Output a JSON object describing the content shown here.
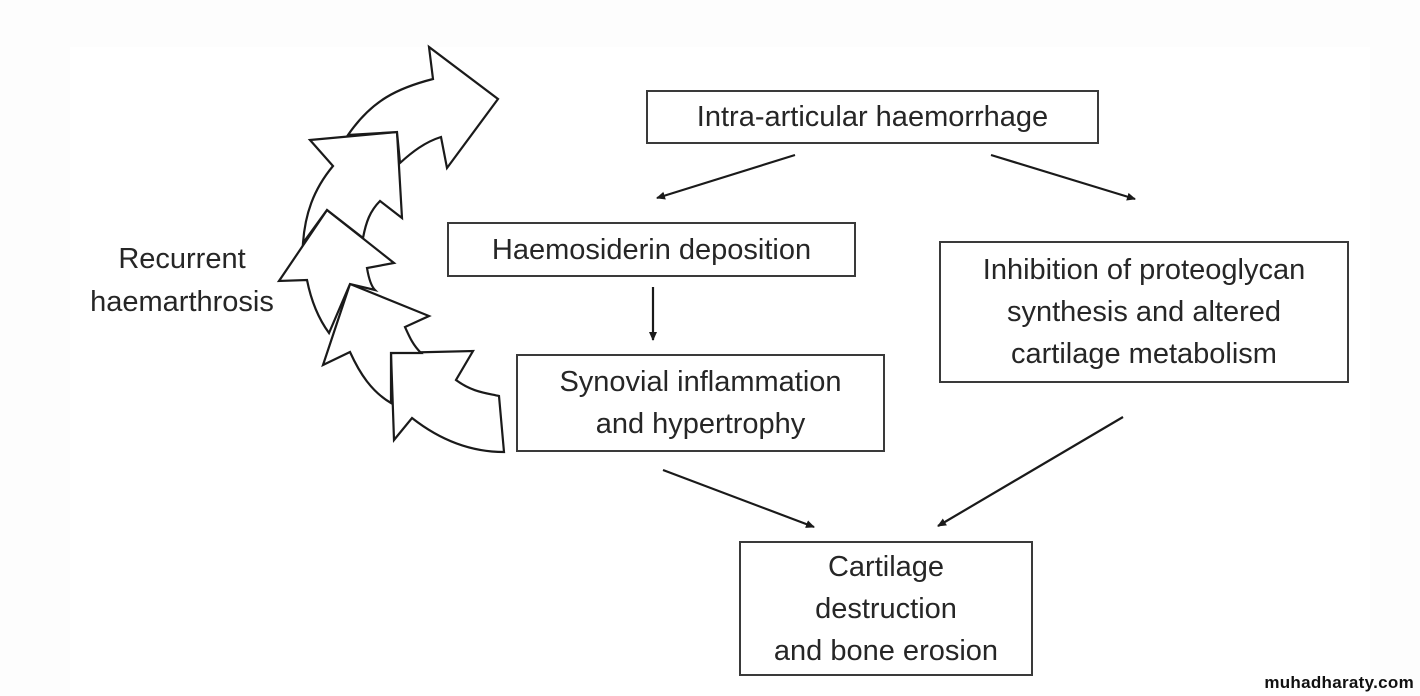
{
  "diagram": {
    "title": "Pathogenesis of haemophilic arthropathy",
    "nodes": [
      {
        "id": "intra-articular-haemorrhage",
        "lines": [
          "Intra-articular haemorrhage"
        ]
      },
      {
        "id": "haemosiderin-deposition",
        "lines": [
          "Haemosiderin deposition"
        ]
      },
      {
        "id": "synovial-inflammation",
        "lines": [
          "Synovial inflammation",
          "and hypertrophy"
        ]
      },
      {
        "id": "proteoglycan-inhibition",
        "lines": [
          "Inhibition of proteoglycan",
          "synthesis and altered",
          "cartilage metabolism"
        ]
      },
      {
        "id": "cartilage-destruction",
        "lines": [
          "Cartilage",
          "destruction",
          "and bone erosion"
        ]
      }
    ],
    "edges": [
      {
        "from": "intra-articular-haemorrhage",
        "to": "haemosiderin-deposition"
      },
      {
        "from": "intra-articular-haemorrhage",
        "to": "proteoglycan-inhibition"
      },
      {
        "from": "haemosiderin-deposition",
        "to": "synovial-inflammation"
      },
      {
        "from": "synovial-inflammation",
        "to": "cartilage-destruction"
      },
      {
        "from": "proteoglycan-inhibition",
        "to": "cartilage-destruction"
      }
    ],
    "cycle_label": {
      "lines": [
        "Recurrent",
        "haemarthrosis"
      ]
    },
    "cycle_arrow_count": 5
  },
  "watermark": "muhadharaty.com",
  "colors": {
    "stroke": "#2a2a2a",
    "text": "#262626",
    "background": "#ffffff"
  }
}
